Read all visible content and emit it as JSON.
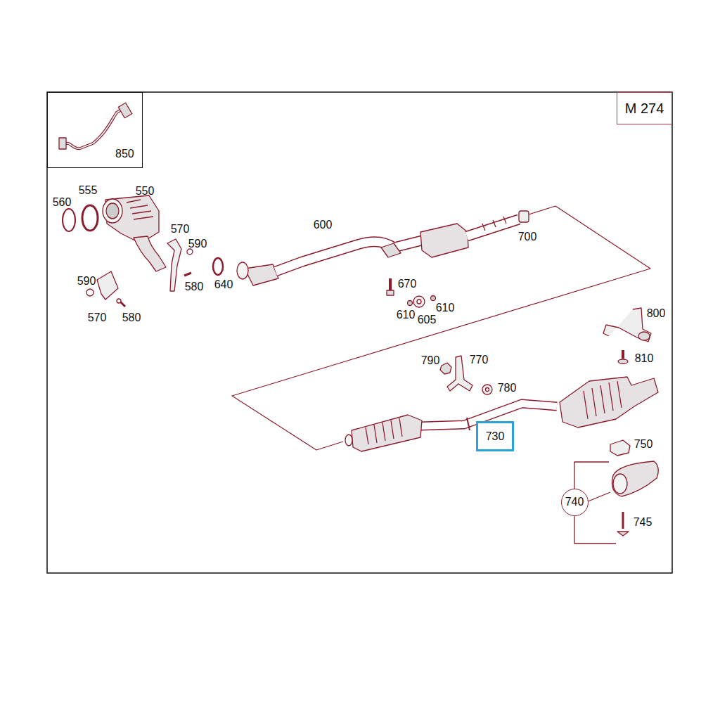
{
  "diagram": {
    "nodes": [
      {
        "text": [
          "850"
        ]
      },
      {
        "text": [
          "M 274"
        ]
      },
      {
        "text": [
          "730"
        ]
      },
      {
        "text": [
          "740"
        ]
      }
    ],
    "labels": [
      "555",
      "550",
      "560",
      "570",
      "590",
      "580",
      "640",
      "600",
      "700",
      "670",
      "610",
      "605",
      "610",
      "590",
      "570",
      "580",
      "800",
      "810",
      "790",
      "770",
      "780",
      "750",
      "745"
    ]
  }
}
